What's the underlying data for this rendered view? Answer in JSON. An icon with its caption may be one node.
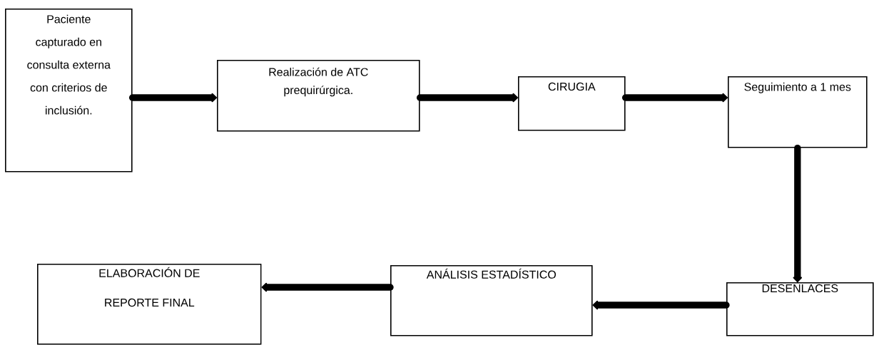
{
  "diagram": {
    "nodes": [
      {
        "text": [
          "Paciente capturado en consulta externa con criterios de inclusión."
        ]
      },
      {
        "text": [
          "Realización de ATC prequirúrgica."
        ]
      },
      {
        "text": [
          "CIRUGIA"
        ]
      },
      {
        "text": [
          "Seguimiento a 1 mes"
        ]
      },
      {
        "text": [
          "DESENLACES"
        ]
      },
      {
        "text": [
          "ANÁLISIS ESTADÍSTICO"
        ]
      },
      {
        "text": [
          "ELABORACIÓN DE REPORTE FINAL"
        ]
      }
    ],
    "edges": [
      {
        "from": 0,
        "to": 1,
        "arrow": "to"
      },
      {
        "from": 1,
        "to": 2,
        "arrow": "to"
      },
      {
        "from": 2,
        "to": 3,
        "arrow": "to"
      },
      {
        "from": 3,
        "to": 4,
        "arrow": "to"
      },
      {
        "from": 4,
        "to": 5,
        "arrow": "to"
      },
      {
        "from": 5,
        "to": 6,
        "arrow": "to"
      }
    ]
  }
}
